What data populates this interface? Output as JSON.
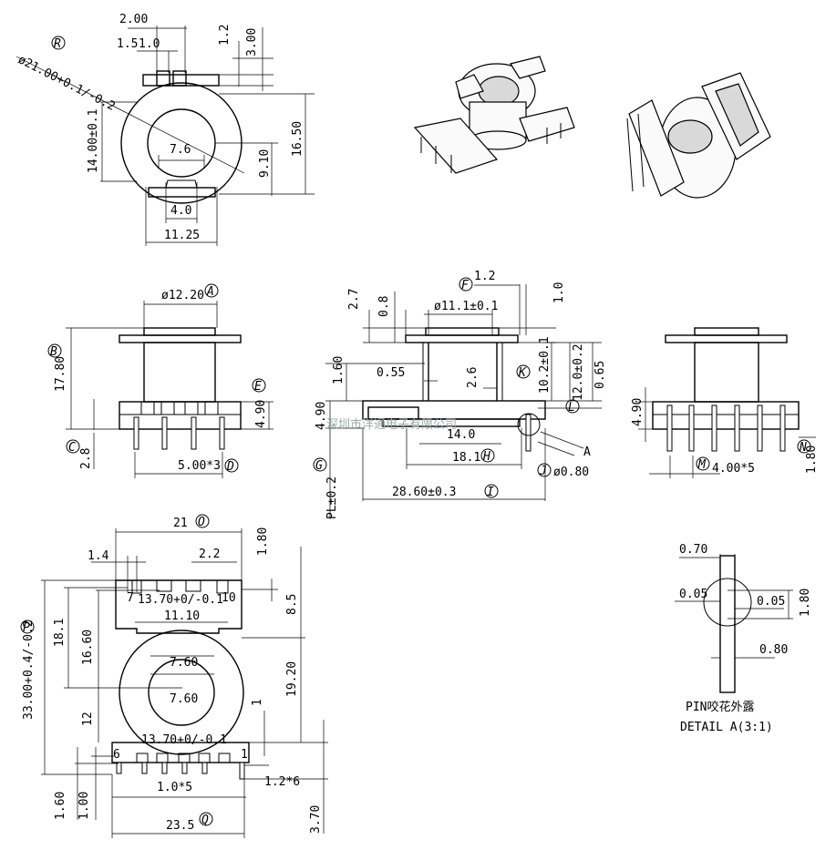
{
  "top_view": {
    "ref_label": "R",
    "diameter": "ø21.00+0.1/-0.2",
    "dim_2_00": "2.00",
    "dim_1_5": "1.5",
    "dim_1_0": "1.0",
    "dim_1_2": "1.2",
    "dim_3_00": "3.00",
    "dim_14": "14.00±0.1",
    "dim_7_6": "7.6",
    "dim_9_10": "9.10",
    "dim_16_50": "16.50",
    "dim_4_0": "4.0",
    "dim_11_25": "11.25"
  },
  "front_view": {
    "dia": "ø12.20",
    "label_a": "A",
    "label_b": "B",
    "dim_17_80": "17.80",
    "label_e": "E",
    "dim_4_90": "4.90",
    "label_c": "C",
    "dim_2_8": "2.8",
    "dim_5x3": "5.00*3",
    "label_d": "D"
  },
  "section_view": {
    "label_f": "F",
    "dim_1_2": "1.2",
    "dim_2_7": "2.7",
    "dim_0_8": "0.8",
    "dim_11_1": "ø11.1±0.1",
    "dim_1_0": "1.0",
    "dim_1_60": "1.60",
    "dim_0_55": "0.55",
    "dim_2_6": "2.6",
    "label_k": "K",
    "dim_10_2": "10.2±0.1",
    "dim_12_0": "12.0±0.2",
    "dim_0_65": "0.65",
    "label_l": "L",
    "dim_4_90": "4.90",
    "dim_14_0": "14.0",
    "dim_18_1": "18.1",
    "label_h": "H",
    "label_a": "A",
    "label_j": "J",
    "dim_0_80": "ø0.80",
    "label_g": "G",
    "dim_pl": "PL±0.2",
    "dim_28_60": "28.60±0.3",
    "label_i": "I",
    "watermark": "深圳市洋通电子有限公司"
  },
  "side_view": {
    "dim_4_90": "4.90",
    "label_m": "M",
    "dim_4x5": "4.00*5",
    "label_n": "N",
    "dim_1_80": "1.80"
  },
  "bottom_view": {
    "dim_21": "21",
    "label_o": "O",
    "dim_1_4": "1.4",
    "dim_2_2": "2.2",
    "dim_1_80": "1.80",
    "pin_7": "7",
    "dim_13_70_top": "13.70+0/-0.1",
    "pin_10": "10",
    "dim_8_5": "8.5",
    "dim_11_10": "11.10",
    "dim_33": "33.00+0.4/-0.2",
    "label_p": "P",
    "dim_18_1": "18.1",
    "dim_16_60": "16.60",
    "dim_7_60a": "7.60",
    "dim_7_60b": "7.60",
    "dim_19_20": "19.20",
    "dim_12": "12",
    "dim_1": "1",
    "dim_13_70_bot": "13.70+0/-0.1",
    "pin_6": "6",
    "pin_1": "1",
    "dim_1x5": "1.0*5",
    "dim_1_2x6": "1.2*6",
    "dim_1_60": "1.60",
    "dim_1_00": "1.00",
    "dim_23_5": "23.5",
    "label_q": "Q",
    "dim_3_70": "3.70"
  },
  "detail": {
    "dim_0_70": "0.70",
    "dim_0_05a": "0.05",
    "dim_0_05b": "0.05",
    "dim_1_80": "1.80",
    "dim_0_80": "0.80",
    "caption1": "PIN咬花外露",
    "caption2": "DETAIL A(3:1)"
  }
}
